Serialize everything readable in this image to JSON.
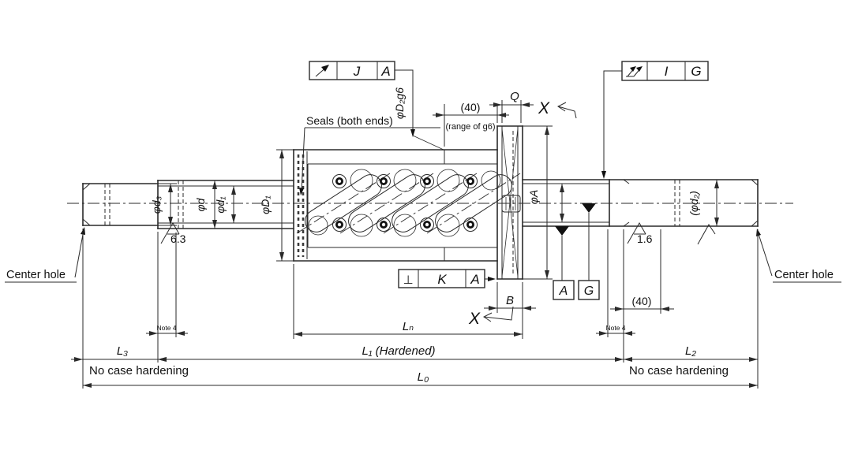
{
  "frames": {
    "runout": {
      "symbol_name": "circular-runout-icon",
      "value": "J",
      "datum": "A"
    },
    "total_runout": {
      "symbol_name": "total-runout-icon",
      "value": "I",
      "datum": "G"
    },
    "perpendicularity": {
      "symbol": "⊥",
      "value": "K",
      "datum": "A"
    }
  },
  "datums": {
    "a": "A",
    "g": "G"
  },
  "labels": {
    "seals": "Seals (both ends)",
    "center_hole_left": "Center hole",
    "center_hole_right": "Center hole",
    "no_case_hardening_left": "No case hardening",
    "no_case_hardening_right": "No case hardening",
    "note4_left": "Note 4",
    "note4_right": "Note 4",
    "range_g6_len": "(40)",
    "range_g6_note": "(range of g6)",
    "journal_len": "(40)"
  },
  "dimensions": {
    "phi_d3": "φd₃",
    "finish_left": "6.3",
    "phi_d": "φd",
    "phi_d1": "φd₁",
    "phi_D1": "φD₁",
    "phi_D2g6": "φD₂g6",
    "q": "Q",
    "phi_A": "φA",
    "finish_right": "1.6",
    "phi_d2": "(φd₂)",
    "Ln": "Lₙ",
    "B": "B",
    "L3": "L₃",
    "L1": "L₁ (Hardened)",
    "L2": "L₂",
    "L0": "L₀",
    "x_top": "X",
    "x_bottom": "X"
  }
}
